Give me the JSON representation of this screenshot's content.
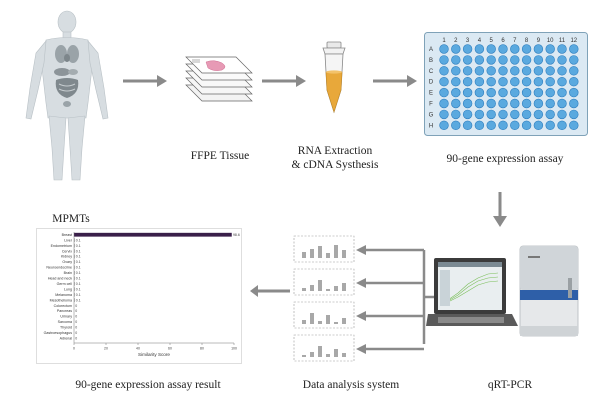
{
  "labels": {
    "mpmts": "MPMTs",
    "ffpe": "FFPE Tissue",
    "rna_line1": "RNA Extraction",
    "rna_line2": "& cDNA Systhesis",
    "assay": "90-gene expression assay",
    "qrtpcr": "qRT-PCR",
    "data_analysis": "Data analysis system",
    "result": "90-gene expression assay result"
  },
  "plate": {
    "columns": [
      "1",
      "2",
      "3",
      "4",
      "5",
      "6",
      "7",
      "8",
      "9",
      "10",
      "11",
      "12"
    ],
    "rows": [
      "A",
      "B",
      "C",
      "D",
      "E",
      "F",
      "G",
      "H"
    ]
  },
  "colors": {
    "arrow": "#8a8a8a",
    "well": "#5aa9df",
    "plate_bg": "#dbe9f3",
    "tube_fill": "#e8a83a",
    "top_bar": "#3a1f4a"
  },
  "chart_data": {
    "type": "bar",
    "orientation": "horizontal",
    "categories": [
      "Breast",
      "Liver",
      "Endometrium",
      "Cervix",
      "Kidney",
      "Ovary",
      "Neuroendocrine",
      "Brain",
      "Head and neck",
      "Germ cell",
      "Lung",
      "Melanoma",
      "Mesothelioma",
      "Colorectum",
      "Pancreas",
      "Urinary",
      "Sarcoma",
      "Thyroid",
      "Gastroesophagus",
      "Adrenal"
    ],
    "values": [
      98.6,
      0.1,
      0.1,
      0.1,
      0.1,
      0.1,
      0.1,
      0.1,
      0.1,
      0.1,
      0.1,
      0.1,
      0.1,
      0,
      0,
      0,
      0,
      0,
      0,
      0
    ],
    "value_labels": [
      "98.6",
      "0.1",
      "0.1",
      "0.1",
      "0.1",
      "0.1",
      "0.1",
      "0.1",
      "0.1",
      "0.1",
      "0.1",
      "0.1",
      "0.1",
      "0",
      "0",
      "0",
      "0",
      "0",
      "0",
      "0"
    ],
    "xlabel": "Similarity Score",
    "xticks": [
      "0",
      "20",
      "40",
      "60",
      "80",
      "100"
    ],
    "xlim": [
      0,
      100
    ]
  }
}
